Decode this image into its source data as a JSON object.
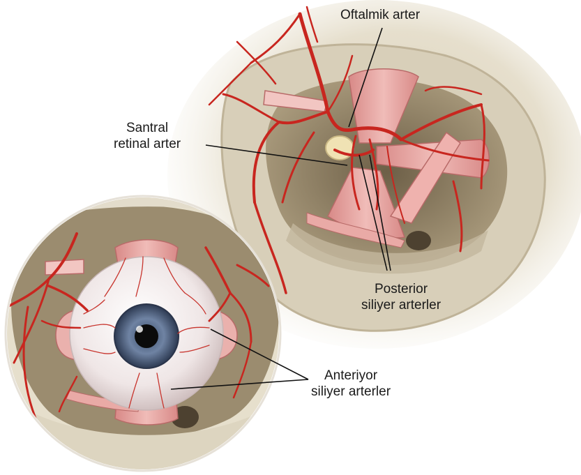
{
  "labels": {
    "ophthalmic": "Oftalmik arter",
    "central_retinal_line1": "Santral",
    "central_retinal_line2": "retinal arter",
    "posterior_ciliary_line1": "Posterior",
    "posterior_ciliary_line2": "siliyer arterler",
    "anterior_ciliary_line1": "Anteriyor",
    "anterior_ciliary_line2": "siliyer arterler"
  },
  "colors": {
    "bone": "#e4ddc9",
    "bone_shadow": "#b9ad94",
    "orbit_cavity": "#8a7d62",
    "muscle": "#e3a3a0",
    "muscle_dark": "#c97a78",
    "artery": "#c8261f",
    "sclera": "#f1eaea",
    "iris": "#5d6f8a",
    "pupil": "#0b0b0b",
    "optic_nerve": "#e8d9a8",
    "leader_line": "#111111"
  }
}
